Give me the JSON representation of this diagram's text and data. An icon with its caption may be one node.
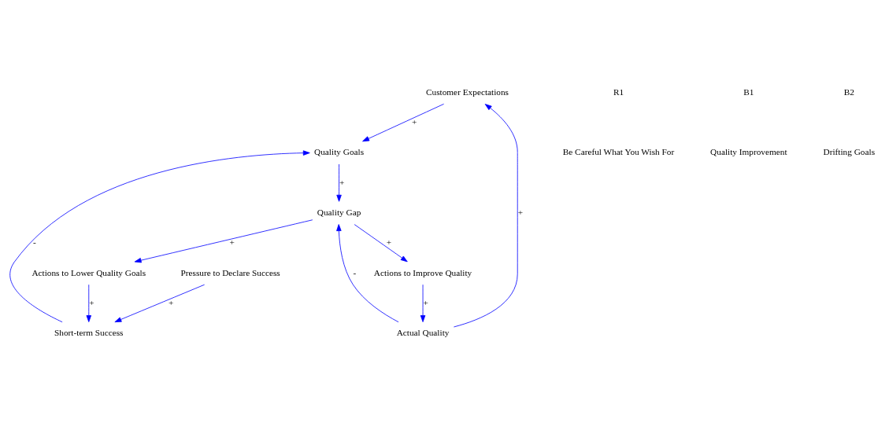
{
  "diagram": {
    "nodes": [
      {
        "text": [
          "Customer Expectations"
        ]
      },
      {
        "text": [
          "Actual Quality"
        ]
      },
      {
        "text": [
          "Quality Goals"
        ]
      },
      {
        "text": [
          "Quality Gap"
        ]
      },
      {
        "text": [
          "Short-term Success"
        ]
      },
      {
        "text": [
          "Actions to Improve Quality"
        ]
      },
      {
        "text": [
          "Actions to Lower Quality Goals"
        ]
      },
      {
        "text": [
          "Pressure to Declare Success"
        ]
      }
    ],
    "edges": [
      {
        "from": 1,
        "to": 0,
        "arrow": "to",
        "label": "+"
      },
      {
        "from": 0,
        "to": 2,
        "arrow": "to",
        "label": "+"
      },
      {
        "from": 2,
        "to": 3,
        "arrow": "to",
        "label": "+"
      },
      {
        "from": 1,
        "to": 3,
        "arrow": "to",
        "label": "-"
      },
      {
        "from": 3,
        "to": 5,
        "arrow": "to",
        "label": "+"
      },
      {
        "from": 5,
        "to": 1,
        "arrow": "to",
        "label": "+"
      },
      {
        "from": 3,
        "to": 6,
        "arrow": "to",
        "label": "+"
      },
      {
        "from": 6,
        "to": 4,
        "arrow": "to",
        "label": "+"
      },
      {
        "from": 4,
        "to": 2,
        "arrow": "to",
        "label": "-"
      },
      {
        "from": 7,
        "to": 4,
        "arrow": "to",
        "label": "+"
      }
    ],
    "labels": [
      "R1",
      "Be Careful What You Wish For",
      "B1",
      "Quality Improvement",
      "B2",
      "Drifting Goals"
    ]
  }
}
